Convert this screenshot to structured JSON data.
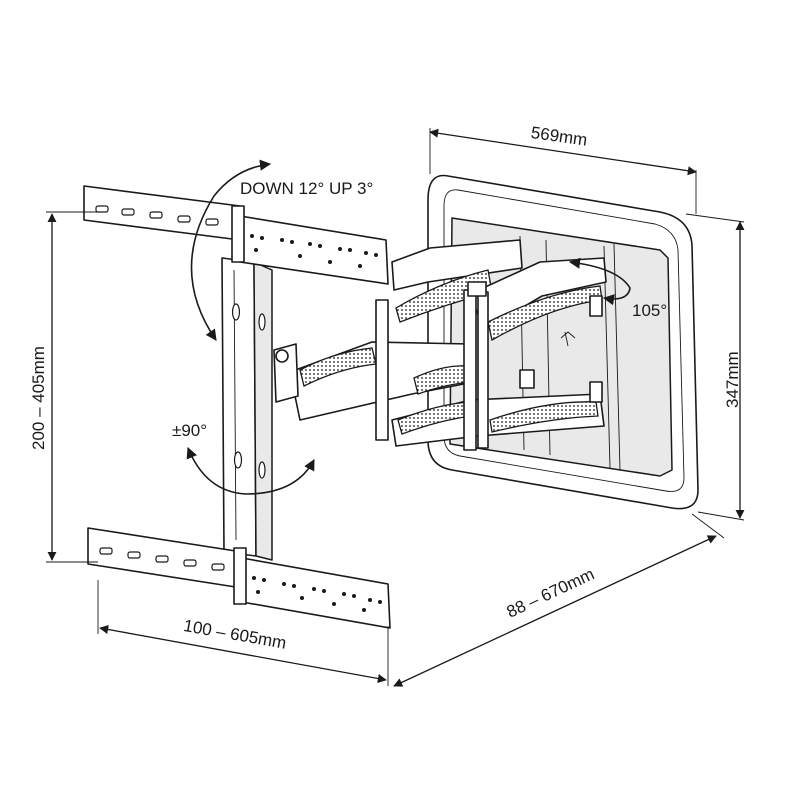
{
  "labels": {
    "tilt": "DOWN 12° UP 3°",
    "swivel": "±90°",
    "pan": "105°",
    "wall_plate_width": "569mm",
    "wall_plate_height": "347mm",
    "vesa_vertical": "200 – 405mm",
    "vesa_horizontal": "100 – 605mm",
    "extension": "88 – 670mm"
  },
  "colors": {
    "line": "#1a1a1a",
    "shade": "#e9e9e9",
    "background": "#ffffff"
  }
}
